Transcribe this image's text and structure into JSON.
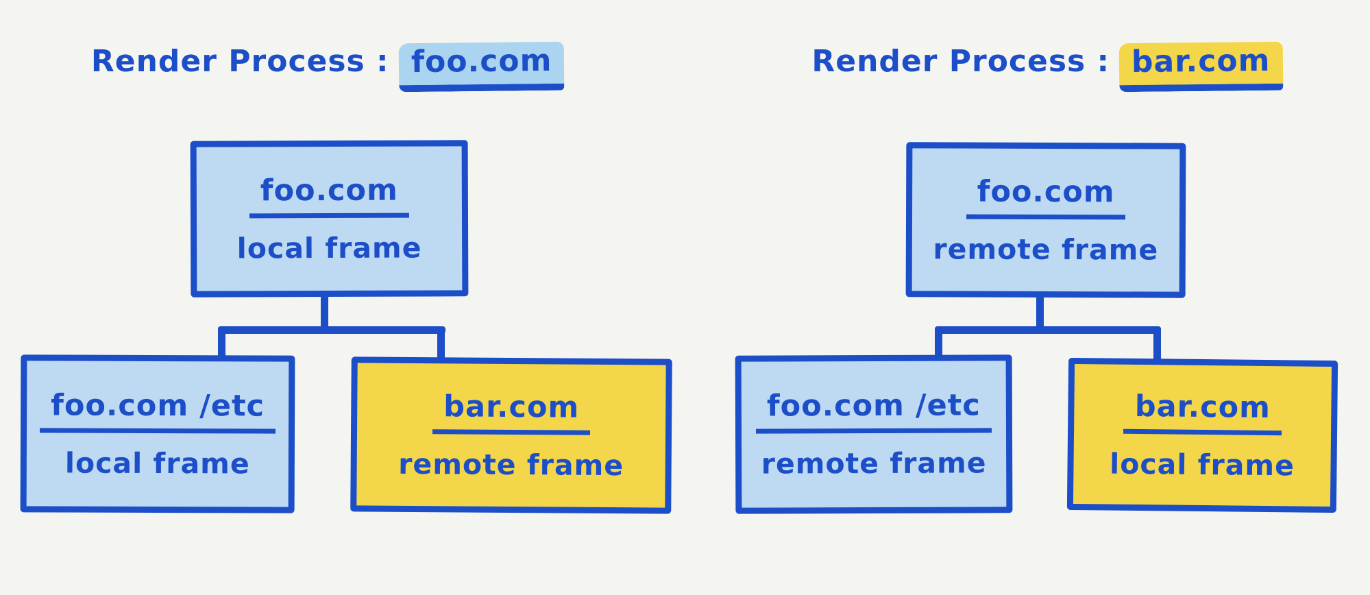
{
  "colors": {
    "background": "#f4f4f1",
    "ink": "#1c4ec8",
    "fill_blue": "#bddaf2",
    "fill_yellow": "#f4d64a",
    "hl_blue": "#abd4f0",
    "hl_yellow": "#f4d64a"
  },
  "panels": [
    {
      "title_prefix": "Render Process :",
      "title_domain": "foo.com",
      "title_fill": "blue",
      "root": {
        "domain": "foo.com",
        "frame": "local frame",
        "fill": "blue"
      },
      "children": [
        {
          "domain": "foo.com /etc",
          "frame": "local frame",
          "fill": "blue"
        },
        {
          "domain": "bar.com",
          "frame": "remote frame",
          "fill": "yellow"
        }
      ]
    },
    {
      "title_prefix": "Render Process :",
      "title_domain": "bar.com",
      "title_fill": "yellow",
      "root": {
        "domain": "foo.com",
        "frame": "remote frame",
        "fill": "blue"
      },
      "children": [
        {
          "domain": "foo.com /etc",
          "frame": "remote frame",
          "fill": "blue"
        },
        {
          "domain": "bar.com",
          "frame": "local frame",
          "fill": "yellow"
        }
      ]
    }
  ]
}
